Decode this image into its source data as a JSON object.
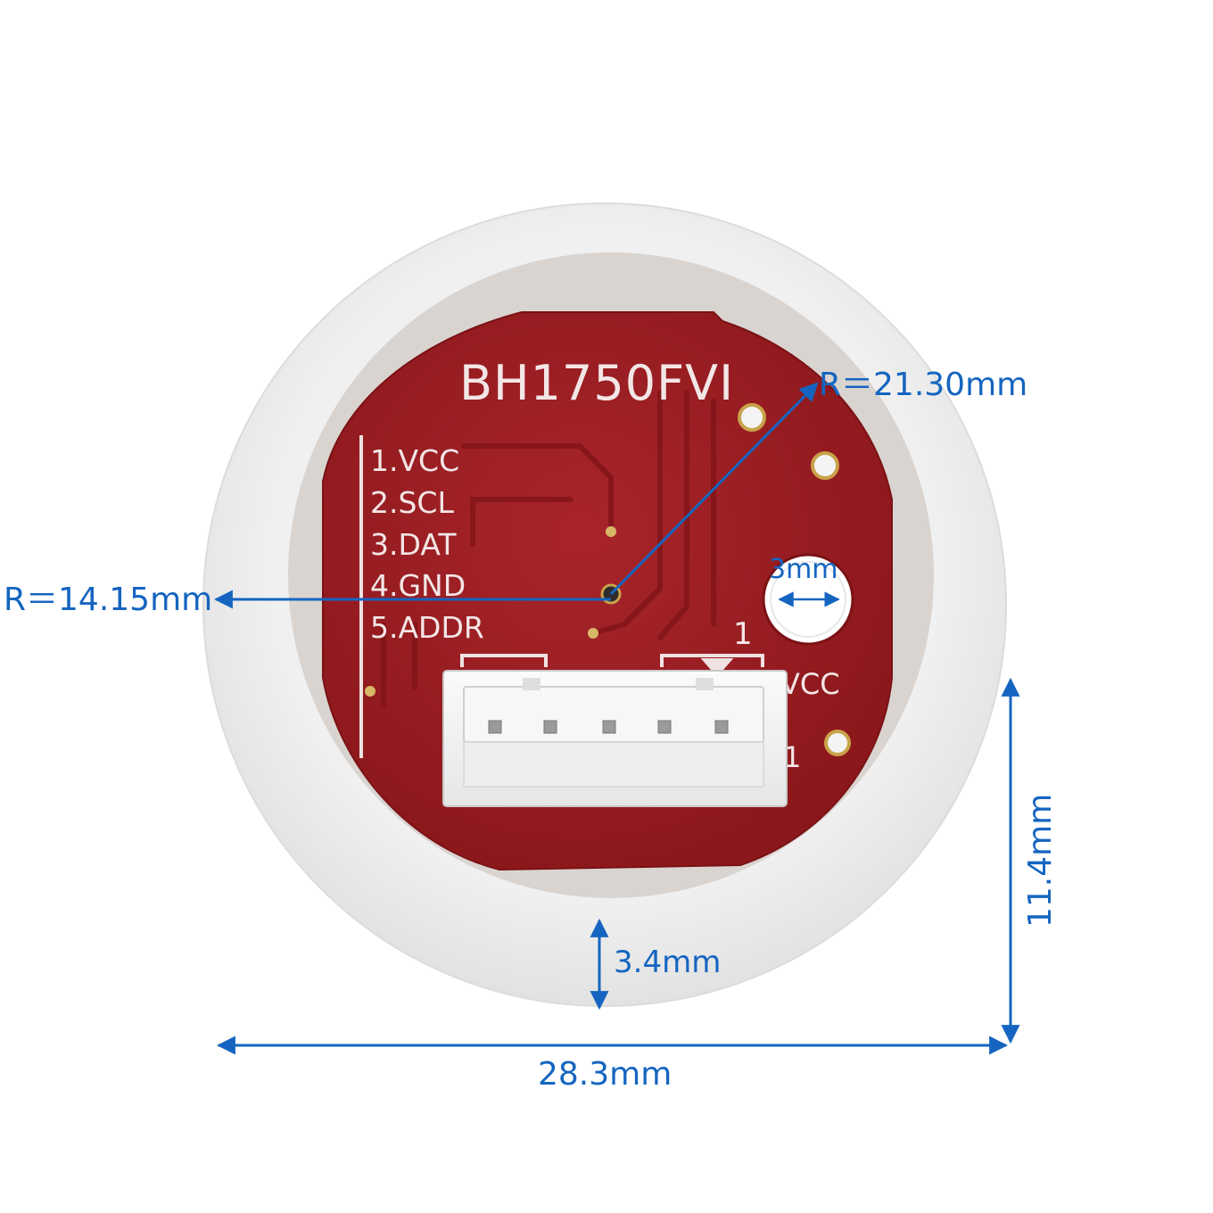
{
  "board": {
    "chip_label": "BH1750FVI",
    "pins": [
      "1.VCC",
      "2.SCL",
      "3.DAT",
      "4.GND",
      "5.ADDR"
    ],
    "pin1_marker": "1",
    "side_label_vcc": "VCC",
    "side_label_bottom": "1"
  },
  "dimensions": {
    "outer_radius": "R＝21.30mm",
    "inner_radius": "R＝14.15mm",
    "hole": "3mm",
    "height": "11.4mm",
    "thickness": "3.4mm",
    "width": "28.3mm"
  },
  "colors": {
    "dimension_blue": "#1565c0",
    "pcb_red": "#9b1c1f",
    "diffuser_white": "#f2f2f2",
    "silkscreen": "#f3e6e6"
  }
}
